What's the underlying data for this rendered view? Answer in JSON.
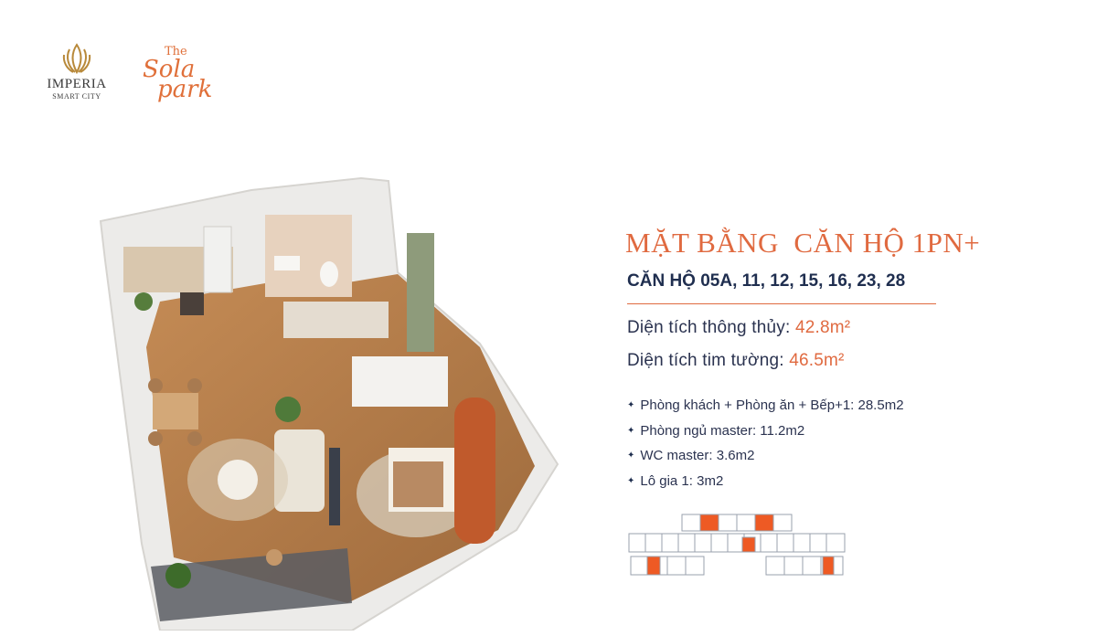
{
  "logos": {
    "imperia": {
      "name": "IMPERIA",
      "sub": "SMART CITY"
    },
    "sola": {
      "the": "The",
      "sola": "Sola",
      "park": "park"
    }
  },
  "heading": {
    "title": "MẶT BẰNG  CĂN HỘ 1PN+",
    "subtitle": "CĂN HỘ 05A, 11, 12, 15, 16, 23, 28"
  },
  "areas": [
    {
      "label": "Diện tích thông thủy: ",
      "value": "42.8m²"
    },
    {
      "label": "Diện tích tim tường: ",
      "value": "46.5m²"
    }
  ],
  "rooms": [
    "Phòng khách + Phòng ăn + Bếp+1: 28.5m2",
    "Phòng ngủ master: 11.2m2",
    "WC master: 3.6m2",
    "Lô gia 1: 3m2"
  ],
  "colors": {
    "accent": "#e06a40",
    "navy": "#1f2e4f",
    "highlight": "#ee5a24"
  },
  "icons": {
    "bullet": "four-point-star-icon"
  }
}
